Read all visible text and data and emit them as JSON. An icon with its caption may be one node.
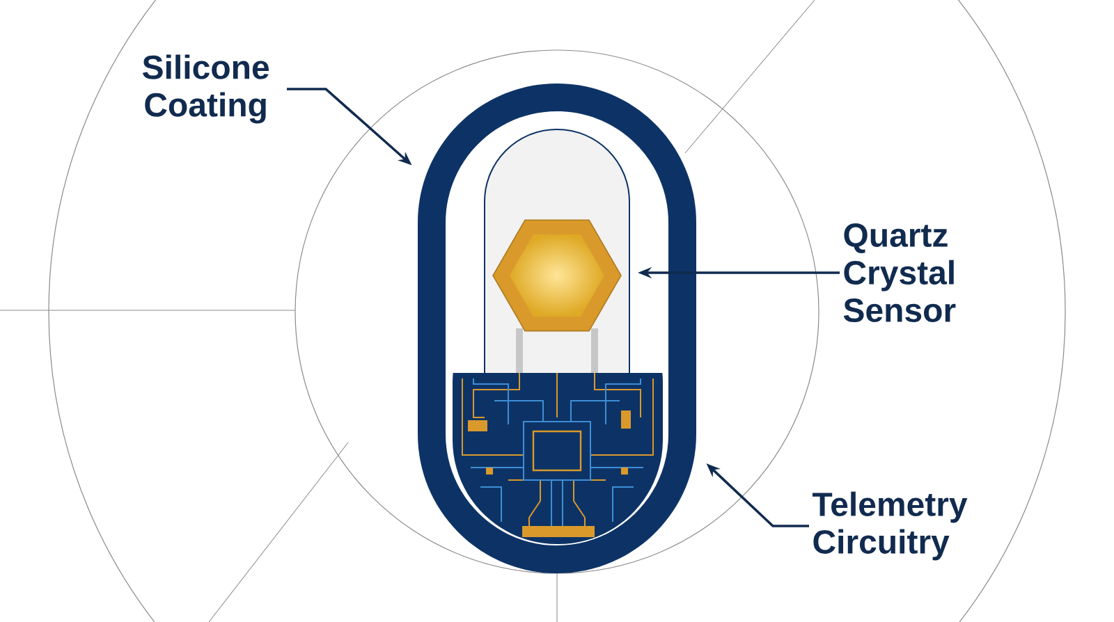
{
  "diagram": {
    "nodes": [
      {
        "text": [
          "Silicone Coating"
        ]
      },
      {
        "text": [],
        "shape": "capsule"
      },
      {
        "text": [
          "Quartz Crystal Sensor"
        ]
      },
      {
        "text": [],
        "shape": "hexagon",
        "in": 1
      },
      {
        "text": [
          "Telemetry Circuitry"
        ]
      },
      {
        "text": [],
        "shape": "picture",
        "in": 1
      }
    ],
    "edges": [
      {
        "from": 0,
        "to": 1,
        "arrow": "to"
      },
      {
        "from": 2,
        "to": 3,
        "arrow": "to"
      },
      {
        "from": 4,
        "to": 5,
        "arrow": "to"
      }
    ]
  }
}
